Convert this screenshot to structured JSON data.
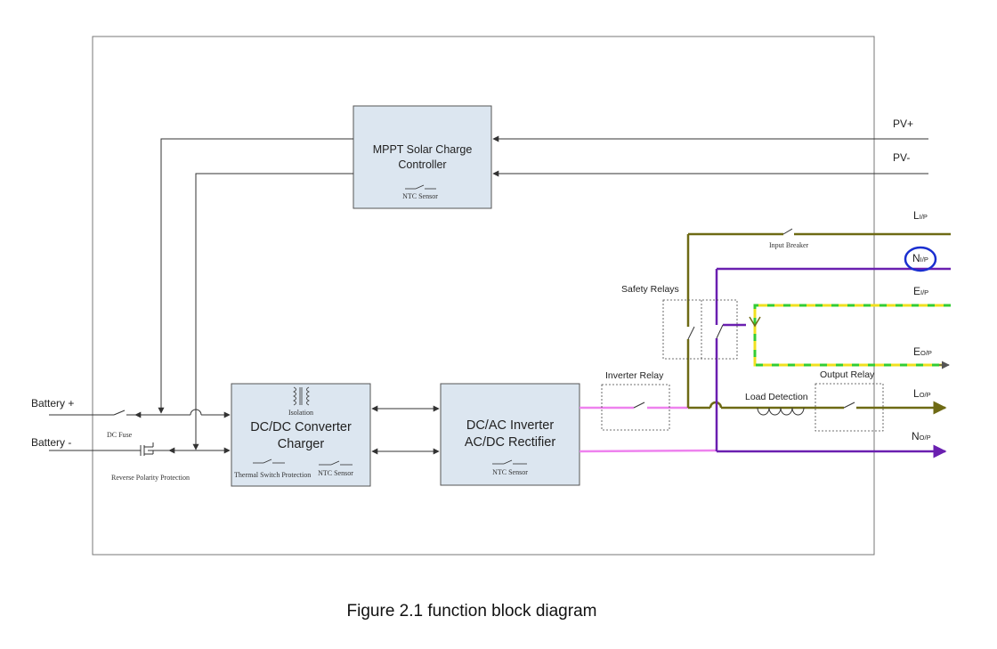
{
  "blocks": {
    "mppt": {
      "line1": "MPPT  Solar Charge",
      "line2": "Controller",
      "sensor": "NTC Sensor"
    },
    "dcdc": {
      "line1": "DC/DC Converter",
      "line2": "Charger",
      "isolation": "Isolation",
      "thermal": "Thermal Switch Protection",
      "sensor": "NTC Sensor"
    },
    "inverter": {
      "line1": "DC/AC Inverter",
      "line2": "AC/DC Rectifier",
      "sensor": "NTC Sensor"
    }
  },
  "labels": {
    "battery_pos": "Battery +",
    "battery_neg": "Battery -",
    "dc_fuse": "DC Fuse",
    "reverse_polarity": "Reverse Polarity Protection",
    "pv_pos": "PV+",
    "pv_neg": "PV-",
    "input_breaker": "Input Breaker",
    "safety_relays": "Safety Relays",
    "inverter_relay": "Inverter Relay",
    "load_detection": "Load Detection",
    "output_relay": "Output Relay"
  },
  "terminals": {
    "l_ip": {
      "main": "L",
      "sub": "I/P"
    },
    "n_ip": {
      "main": "N",
      "sub": "I/P"
    },
    "e_ip": {
      "main": "E",
      "sub": "I/P"
    },
    "e_op": {
      "main": "E",
      "sub": "O/P"
    },
    "l_op": {
      "main": "L",
      "sub": "O/P"
    },
    "n_op": {
      "main": "N",
      "sub": "O/P"
    }
  },
  "caption": "Figure 2.1 function block diagram",
  "colors": {
    "block_fill": "#dce6f0",
    "line_phase": "#6e6a14",
    "line_neutral": "#6a1fb0",
    "line_pink": "#ee82ee",
    "line_earth_yellow": "#f0e020",
    "line_earth_green": "#33cc33",
    "highlight_circle": "#1a2fd0"
  }
}
